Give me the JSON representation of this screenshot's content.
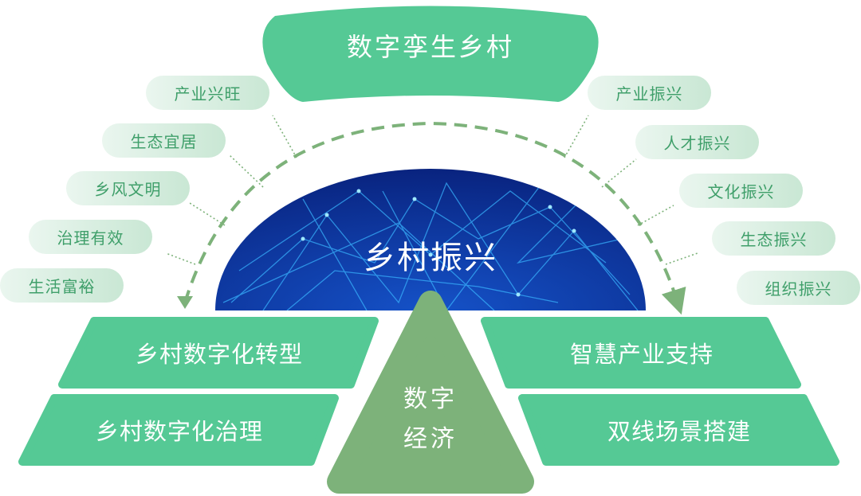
{
  "title": "数字孪生乡村",
  "center": "乡村振兴",
  "core": {
    "line1": "数字",
    "line2": "经济"
  },
  "left_goals": [
    "产业兴旺",
    "生态宜居",
    "乡风文明",
    "治理有效",
    "生活富裕"
  ],
  "right_goals": [
    "产业振兴",
    "人才振兴",
    "文化振兴",
    "生态振兴",
    "组织振兴"
  ],
  "left_blocks": [
    "乡村数字化转型",
    "乡村数字化治理"
  ],
  "right_blocks": [
    "智慧产业支持",
    "双线场景搭建"
  ],
  "colors": {
    "green": "#55c995",
    "triangle": "#7db27a",
    "pill_text": "#3f9f6a",
    "dome": "#0a2d8f"
  }
}
